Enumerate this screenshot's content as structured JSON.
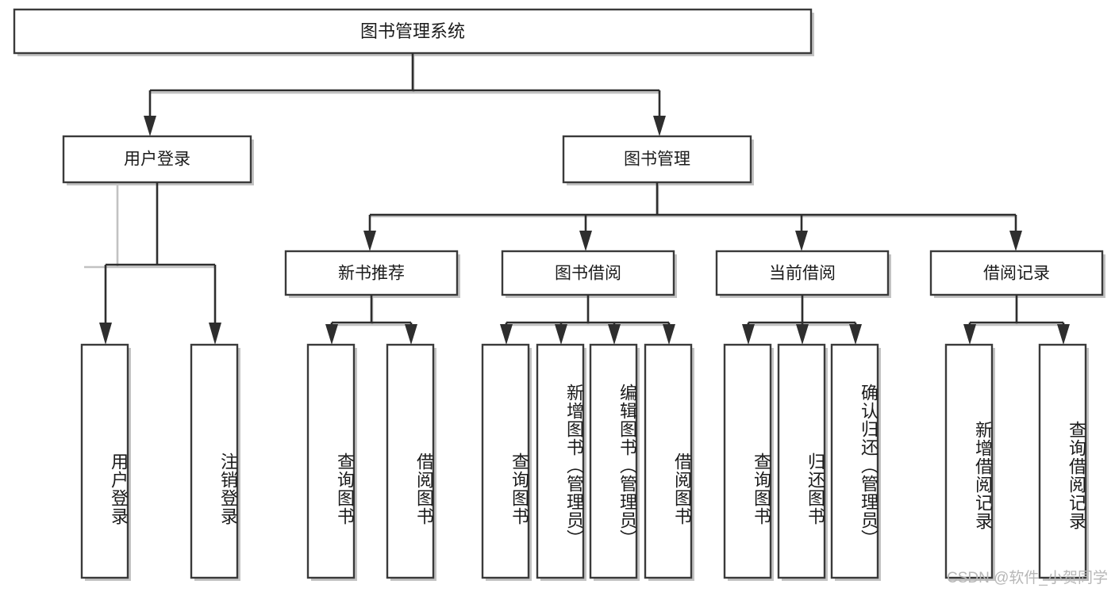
{
  "diagram": {
    "type": "tree-hierarchy",
    "title": "图书管理系统",
    "watermark": "CSDN @软件_小贺同学",
    "colors": {
      "box_stroke": "#3a3a3a",
      "connector": "#2e2e2e",
      "background": "#ffffff",
      "text": "#1b1b1b",
      "watermark": "#b7b7b7"
    },
    "levels": {
      "root": "图书管理系统",
      "level2": [
        "用户登录",
        "图书管理"
      ],
      "level3": [
        "新书推荐",
        "图书借阅",
        "当前借阅",
        "借阅记录"
      ]
    },
    "nodes": {
      "root": {
        "label": "图书管理系统",
        "orientation": "horizontal"
      },
      "user_login": {
        "label": "用户登录",
        "orientation": "horizontal"
      },
      "book_manage": {
        "label": "图书管理",
        "orientation": "horizontal"
      },
      "new_book_rec": {
        "label": "新书推荐",
        "orientation": "horizontal"
      },
      "book_borrow": {
        "label": "图书借阅",
        "orientation": "horizontal"
      },
      "current_borrow": {
        "label": "当前借阅",
        "orientation": "horizontal"
      },
      "borrow_record": {
        "label": "借阅记录",
        "orientation": "horizontal"
      },
      "leaf_user_login": {
        "label": "用户登录",
        "orientation": "vertical"
      },
      "leaf_logout": {
        "label": "注销登录",
        "orientation": "vertical"
      },
      "leaf_query_book_1": {
        "label": "查询图书",
        "orientation": "vertical"
      },
      "leaf_borrow_book_1": {
        "label": "借阅图书",
        "orientation": "vertical"
      },
      "leaf_query_book_2": {
        "label": "查询图书",
        "orientation": "vertical"
      },
      "leaf_add_book": {
        "label": "新增图书（管理员）",
        "orientation": "vertical"
      },
      "leaf_edit_book": {
        "label": "编辑图书（管理员）",
        "orientation": "vertical"
      },
      "leaf_borrow_book_2": {
        "label": "借阅图书",
        "orientation": "vertical"
      },
      "leaf_query_book_3": {
        "label": "查询图书",
        "orientation": "vertical"
      },
      "leaf_return_book": {
        "label": "归还图书",
        "orientation": "vertical"
      },
      "leaf_confirm_return": {
        "label": "确认归还（管理员）",
        "orientation": "vertical"
      },
      "leaf_add_record": {
        "label": "新增借阅记录",
        "orientation": "vertical"
      },
      "leaf_query_record": {
        "label": "查询借阅记录",
        "orientation": "vertical"
      }
    },
    "edges": [
      {
        "from": "root",
        "to": "user_login"
      },
      {
        "from": "root",
        "to": "book_manage"
      },
      {
        "from": "user_login",
        "to": "leaf_user_login"
      },
      {
        "from": "user_login",
        "to": "leaf_logout"
      },
      {
        "from": "book_manage",
        "to": "new_book_rec"
      },
      {
        "from": "book_manage",
        "to": "book_borrow"
      },
      {
        "from": "book_manage",
        "to": "current_borrow"
      },
      {
        "from": "book_manage",
        "to": "borrow_record"
      },
      {
        "from": "new_book_rec",
        "to": "leaf_query_book_1"
      },
      {
        "from": "new_book_rec",
        "to": "leaf_borrow_book_1"
      },
      {
        "from": "book_borrow",
        "to": "leaf_query_book_2"
      },
      {
        "from": "book_borrow",
        "to": "leaf_add_book"
      },
      {
        "from": "book_borrow",
        "to": "leaf_edit_book"
      },
      {
        "from": "book_borrow",
        "to": "leaf_borrow_book_2"
      },
      {
        "from": "current_borrow",
        "to": "leaf_query_book_3"
      },
      {
        "from": "current_borrow",
        "to": "leaf_return_book"
      },
      {
        "from": "current_borrow",
        "to": "leaf_confirm_return"
      },
      {
        "from": "borrow_record",
        "to": "leaf_add_record"
      },
      {
        "from": "borrow_record",
        "to": "leaf_query_record"
      }
    ]
  }
}
